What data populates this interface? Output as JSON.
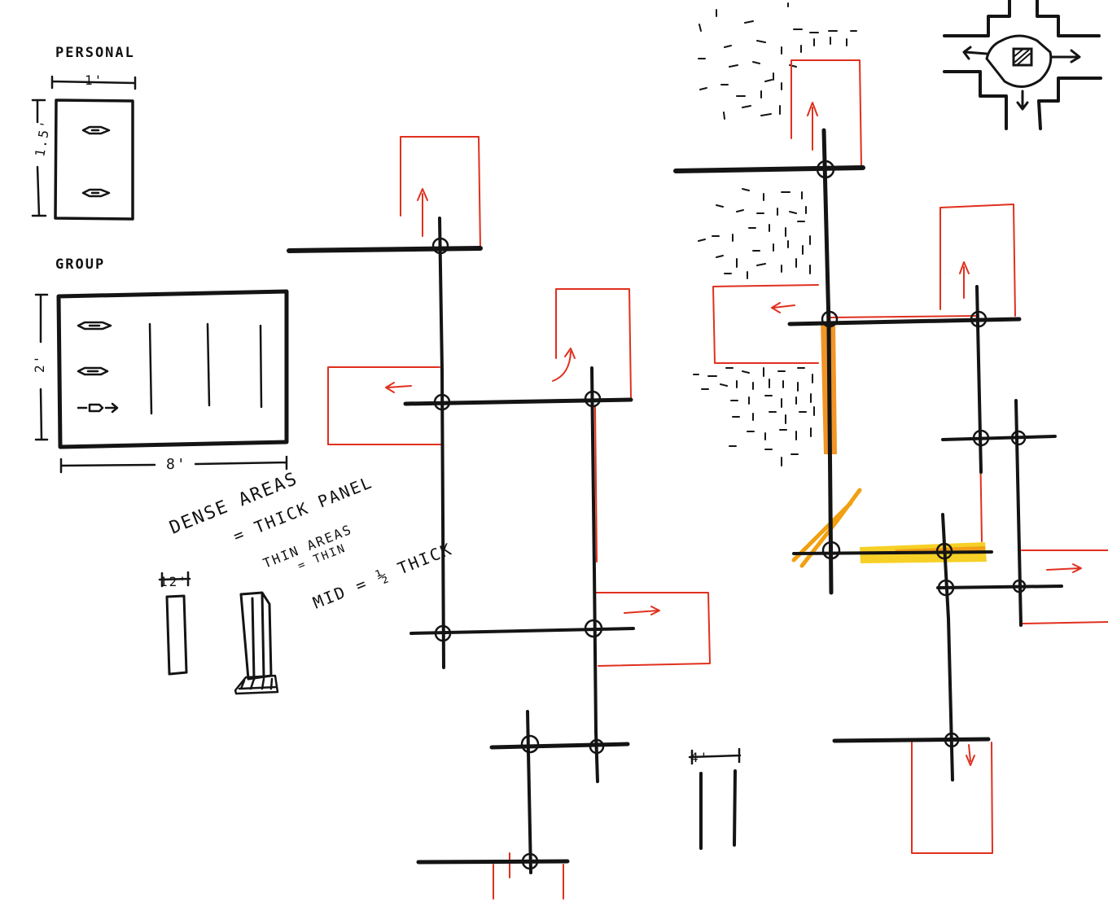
{
  "labels": {
    "personal": "PERSONAL",
    "personal_width": "1'",
    "personal_height": "1.5'",
    "group": "GROUP",
    "group_height": "2'",
    "group_width": "8'",
    "note_dense": "DENSE AREAS",
    "note_thick": "= THICK PANEL",
    "note_thin_areas": "THIN AREAS",
    "note_thin": "= THIN",
    "note_mid": "MID = ½ THICK",
    "panel_height": "12'",
    "panel_spacing": "4'"
  },
  "colors": {
    "ink": "#141414",
    "red_marker": "#e0301e",
    "orange_highlight": "#f08a10",
    "yellow_highlight": "#f5c800"
  }
}
